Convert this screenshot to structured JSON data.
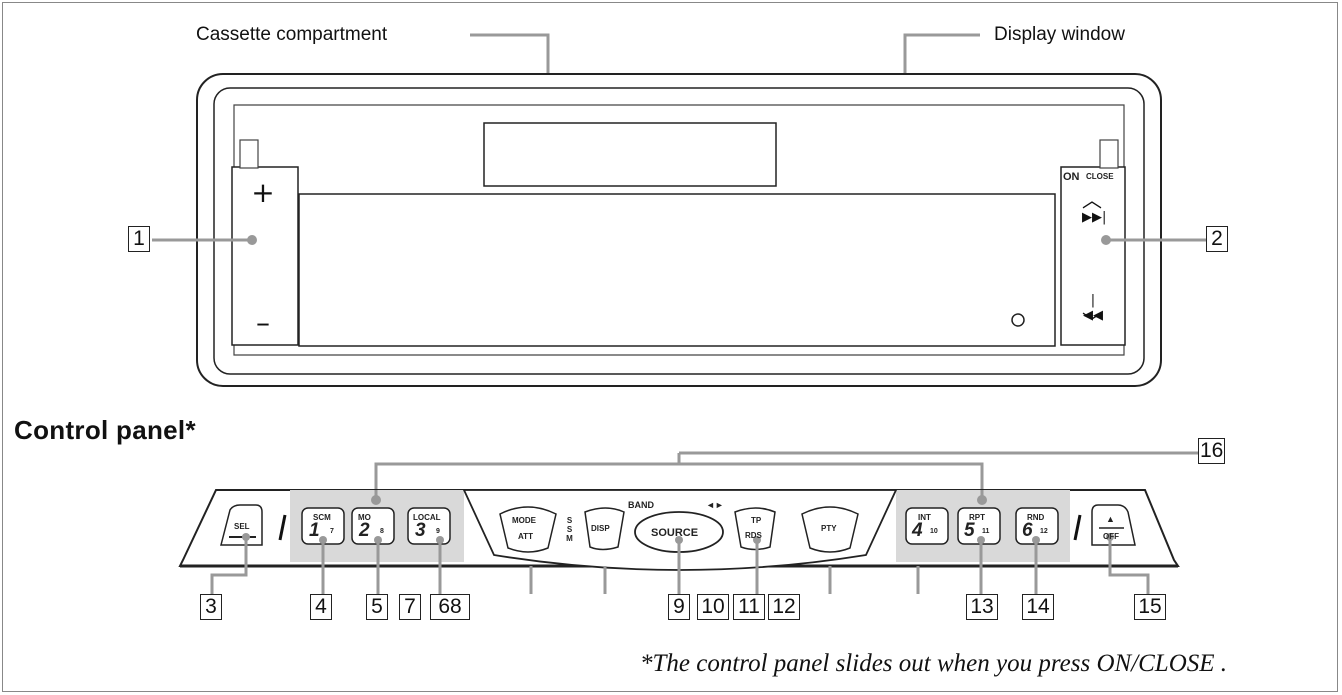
{
  "labels": {
    "cassette_compartment": "Cassette compartment",
    "display_window": "Display window",
    "control_panel_heading": "Control panel*",
    "footnote": "*The control panel slides out when you press ON/CLOSE ."
  },
  "front_panel": {
    "plus": "+",
    "minus": "–",
    "on_label": "ON",
    "close_label": "CLOSE",
    "up_icon": "chevron-up-icon",
    "next_icon": "skip-next-icon",
    "prev_icon": "skip-previous-icon",
    "down_icon": "chevron-down-icon"
  },
  "callouts": {
    "c1": "1",
    "c2": "2",
    "c3": "3",
    "c4": "4",
    "c5": "5",
    "c7": "7",
    "c68": "68",
    "c9": "9",
    "c10": "10",
    "c11": "11",
    "c12": "12",
    "c13": "13",
    "c14": "14",
    "c15": "15",
    "c16": "16"
  },
  "buttons": {
    "sel": "SEL",
    "p1_top": "SCM",
    "p1_num": "1",
    "p1_sub": "7",
    "p2_top": "MO",
    "p2_num": "2",
    "p2_sub": "8",
    "p3_top": "LOCAL",
    "p3_num": "3",
    "p3_sub": "9",
    "mode": "MODE",
    "att": "ATT",
    "ssm": "SSM",
    "disp": "DISP",
    "band": "BAND",
    "band_arrows": "◄►",
    "source": "SOURCE",
    "tp": "TP",
    "rds": "RDS",
    "pty": "PTY",
    "p4_top": "INT",
    "p4_num": "4",
    "p4_sub": "10",
    "p5_top": "RPT",
    "p5_num": "5",
    "p5_sub": "11",
    "p6_top": "RND",
    "p6_num": "6",
    "p6_sub": "12",
    "eject": "▲",
    "off": "OFF"
  }
}
